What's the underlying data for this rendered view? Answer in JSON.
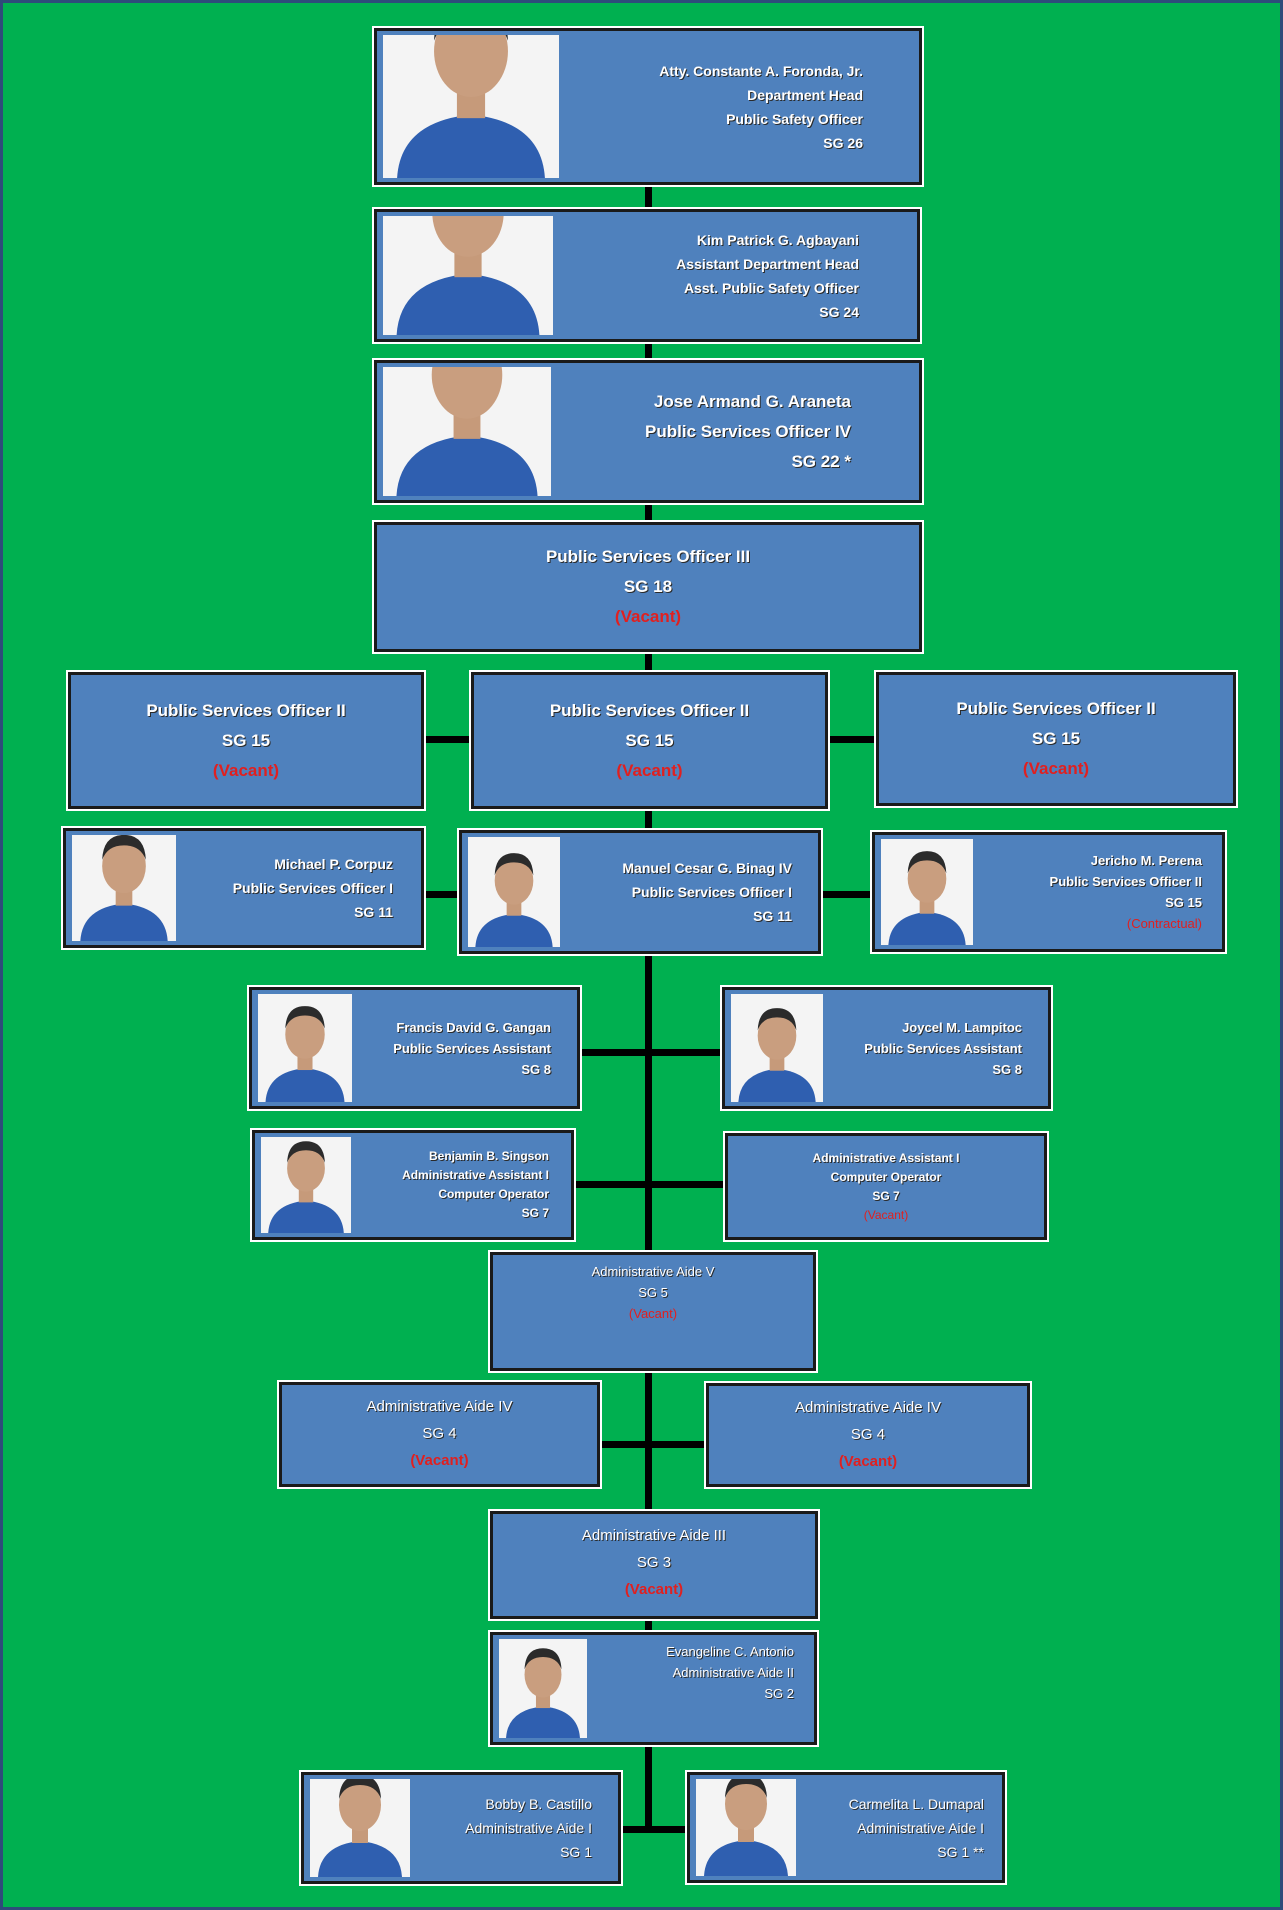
{
  "nodes": {
    "head": [
      "Atty. Constante A. Foronda, Jr.",
      "Department Head",
      "Public Safety Officer",
      "SG 26"
    ],
    "asst_head": [
      "Kim Patrick G. Agbayani",
      "Assistant Department Head",
      "Asst. Public Safety Officer",
      "SG 24"
    ],
    "pso4": [
      "Jose Armand G. Araneta",
      "Public Services Officer IV",
      "SG 22 *"
    ],
    "pso3": [
      "Public Services Officer III",
      "SG 18",
      "(Vacant)"
    ],
    "pso2_left": [
      "Public Services Officer II",
      "SG 15",
      "(Vacant)"
    ],
    "pso2_center": [
      "Public Services Officer II",
      "SG 15",
      "(Vacant)"
    ],
    "pso2_right": [
      "Public Services Officer II",
      "SG 15",
      "(Vacant)"
    ],
    "corpuz": [
      "Michael P. Corpuz",
      "Public Services Officer I",
      "SG 11"
    ],
    "binag": [
      "Manuel Cesar G. Binag IV",
      "Public Services Officer I",
      "SG 11"
    ],
    "perena": [
      "Jericho M. Perena",
      "Public Services Officer II",
      "SG 15",
      "(Contractual)"
    ],
    "gangan": [
      "Francis David G. Gangan",
      "Public Services Assistant",
      "SG 8"
    ],
    "lampitoc": [
      "Joycel M. Lampitoc",
      "Public Services Assistant",
      "SG 8"
    ],
    "singson": [
      "Benjamin B. Singson",
      "Administrative Assistant I",
      "Computer Operator",
      "SG 7"
    ],
    "aa1_vacant": [
      "Administrative Assistant I",
      "Computer Operator",
      "SG 7",
      "(Vacant)"
    ],
    "aide5": [
      "Administrative Aide V",
      "SG 5",
      "(Vacant)"
    ],
    "aide4_left": [
      "Administrative Aide IV",
      "SG 4",
      "(Vacant)"
    ],
    "aide4_right": [
      "Administrative Aide IV",
      "SG 4",
      "(Vacant)"
    ],
    "aide3": [
      "Administrative Aide III",
      "SG 3",
      "(Vacant)"
    ],
    "antonio": [
      "Evangeline C. Antonio",
      "Administrative Aide II",
      "SG 2"
    ],
    "castillo": [
      "Bobby B. Castillo",
      "Administrative Aide I",
      "SG 1"
    ],
    "dumapal": [
      "Carmelita L. Dumapal",
      "Administrative Aide I",
      "SG 1 **"
    ]
  },
  "colors": {
    "background": "#00b050",
    "box": "#4f81bd",
    "vacant": "#e02020",
    "shirt": "#2f5fb0"
  }
}
